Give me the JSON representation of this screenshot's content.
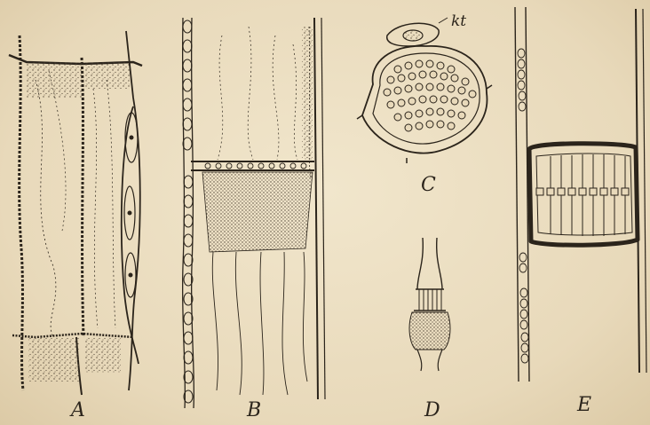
{
  "figure": {
    "labels": {
      "a": "A",
      "b": "B",
      "c": "C",
      "d": "D",
      "e": "E",
      "kt": "kt"
    },
    "colors": {
      "paper": "#eadcbf",
      "ink": "#2b241b",
      "stipple": "#5a4d3c"
    }
  }
}
